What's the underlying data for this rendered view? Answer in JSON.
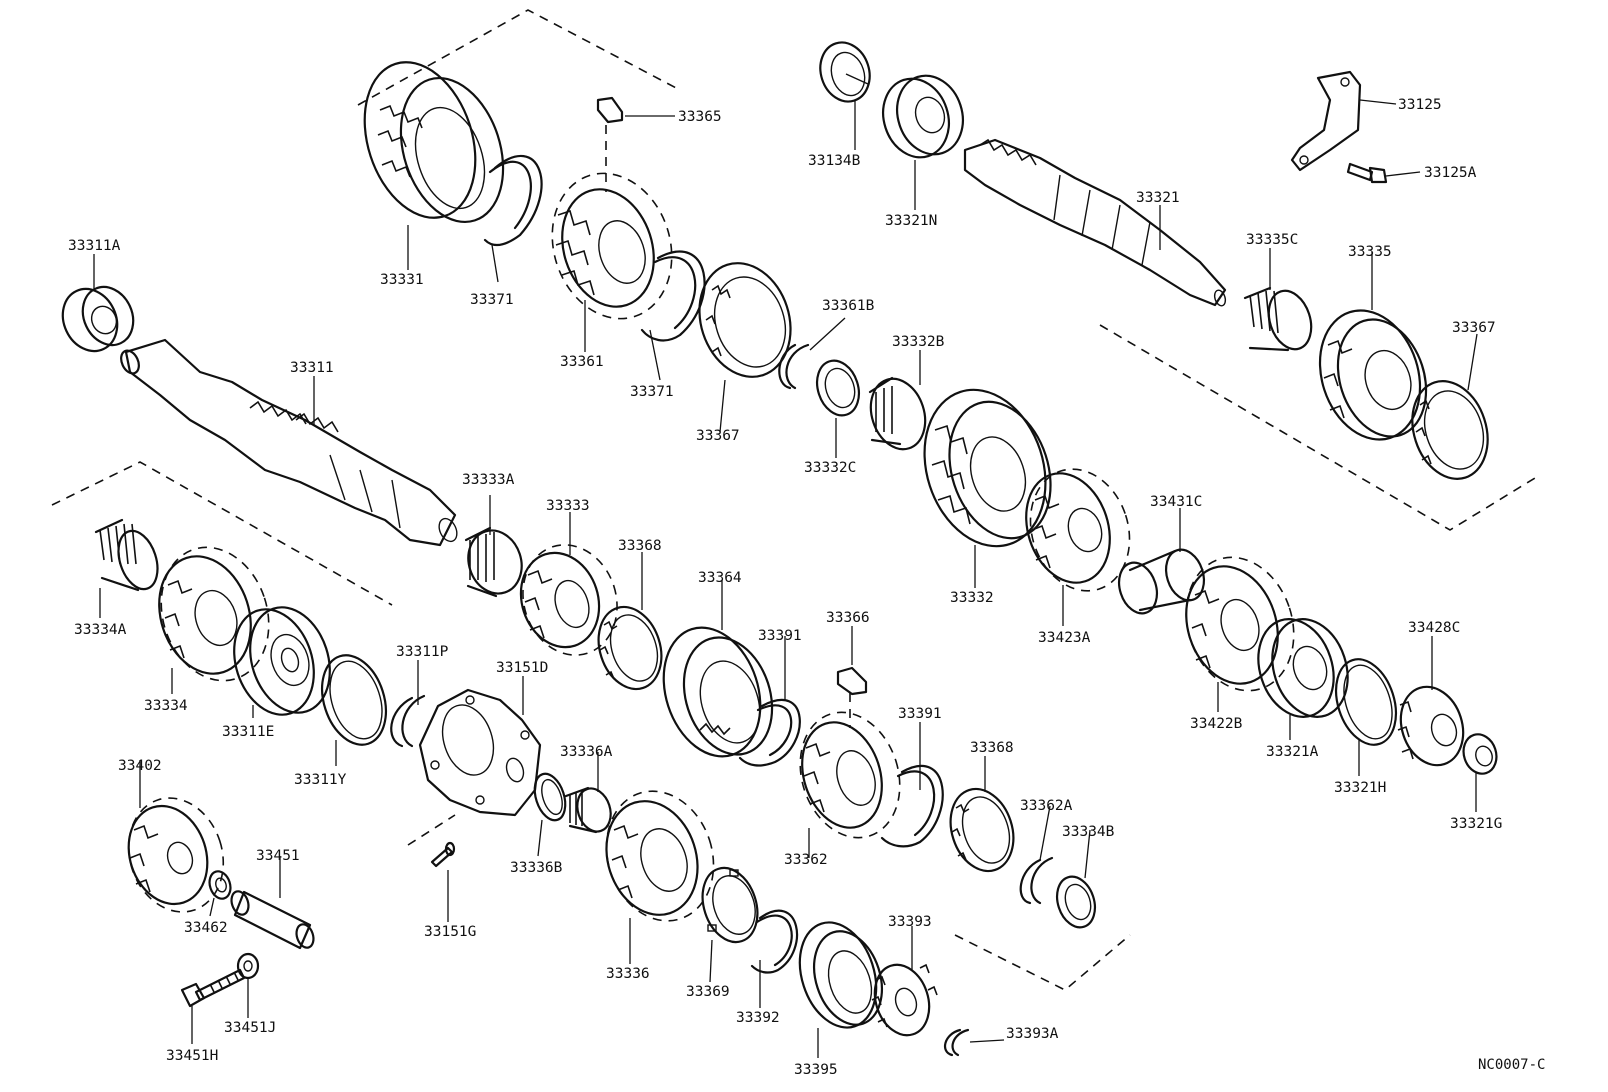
{
  "diagram_code": "NC0007-C",
  "labels": [
    {
      "id": "l1",
      "text": "33311A"
    },
    {
      "id": "l2",
      "text": "33331"
    },
    {
      "id": "l3",
      "text": "33371"
    },
    {
      "id": "l4",
      "text": "33365"
    },
    {
      "id": "l5",
      "text": "33361"
    },
    {
      "id": "l6",
      "text": "33371"
    },
    {
      "id": "l7",
      "text": "33134B"
    },
    {
      "id": "l8",
      "text": "33321N"
    },
    {
      "id": "l9",
      "text": "33125"
    },
    {
      "id": "l10",
      "text": "33125A"
    },
    {
      "id": "l11",
      "text": "33321"
    },
    {
      "id": "l12",
      "text": "33335C"
    },
    {
      "id": "l13",
      "text": "33335"
    },
    {
      "id": "l14",
      "text": "33367"
    },
    {
      "id": "l15",
      "text": "33311"
    },
    {
      "id": "l16",
      "text": "33367"
    },
    {
      "id": "l17",
      "text": "33361B"
    },
    {
      "id": "l18",
      "text": "33332B"
    },
    {
      "id": "l19",
      "text": "33332C"
    },
    {
      "id": "l20",
      "text": "33333A"
    },
    {
      "id": "l21",
      "text": "33333"
    },
    {
      "id": "l22",
      "text": "33368"
    },
    {
      "id": "l23",
      "text": "33364"
    },
    {
      "id": "l24",
      "text": "33332"
    },
    {
      "id": "l25",
      "text": "33431C"
    },
    {
      "id": "l26",
      "text": "33423A"
    },
    {
      "id": "l27",
      "text": "33334A"
    },
    {
      "id": "l28",
      "text": "33334"
    },
    {
      "id": "l29",
      "text": "33311E"
    },
    {
      "id": "l30",
      "text": "33311Y"
    },
    {
      "id": "l31",
      "text": "33311P"
    },
    {
      "id": "l32",
      "text": "33151D"
    },
    {
      "id": "l33",
      "text": "33391"
    },
    {
      "id": "l34",
      "text": "33366"
    },
    {
      "id": "l35",
      "text": "33422B"
    },
    {
      "id": "l36",
      "text": "33428C"
    },
    {
      "id": "l37",
      "text": "33321A"
    },
    {
      "id": "l38",
      "text": "33321H"
    },
    {
      "id": "l39",
      "text": "33321G"
    },
    {
      "id": "l40",
      "text": "33402"
    },
    {
      "id": "l41",
      "text": "33336A"
    },
    {
      "id": "l42",
      "text": "33336B"
    },
    {
      "id": "l43",
      "text": "33391"
    },
    {
      "id": "l44",
      "text": "33368"
    },
    {
      "id": "l45",
      "text": "33362A"
    },
    {
      "id": "l46",
      "text": "33334B"
    },
    {
      "id": "l47",
      "text": "33362"
    },
    {
      "id": "l48",
      "text": "33451"
    },
    {
      "id": "l49",
      "text": "33462"
    },
    {
      "id": "l50",
      "text": "33151G"
    },
    {
      "id": "l51",
      "text": "33336"
    },
    {
      "id": "l52",
      "text": "33369"
    },
    {
      "id": "l53",
      "text": "33392"
    },
    {
      "id": "l54",
      "text": "33393"
    },
    {
      "id": "l55",
      "text": "33451J"
    },
    {
      "id": "l56",
      "text": "33451H"
    },
    {
      "id": "l57",
      "text": "33393A"
    },
    {
      "id": "l58",
      "text": "33395"
    }
  ]
}
